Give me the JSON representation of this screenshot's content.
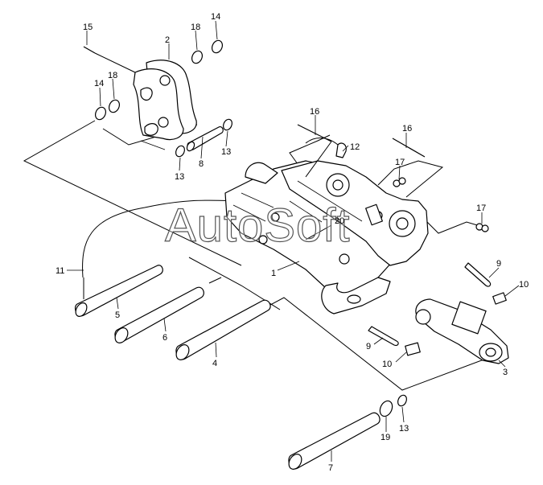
{
  "watermark": "AutoSoft",
  "callouts": [
    {
      "id": "c15",
      "text": "15"
    },
    {
      "id": "c2",
      "text": "2"
    },
    {
      "id": "c18a",
      "text": "18"
    },
    {
      "id": "c14a",
      "text": "14"
    },
    {
      "id": "c14b",
      "text": "14"
    },
    {
      "id": "c18b",
      "text": "18"
    },
    {
      "id": "c13a",
      "text": "13"
    },
    {
      "id": "c8",
      "text": "8"
    },
    {
      "id": "c13b",
      "text": "13"
    },
    {
      "id": "c16a",
      "text": "16"
    },
    {
      "id": "c12",
      "text": "12"
    },
    {
      "id": "c16b",
      "text": "16"
    },
    {
      "id": "c17a",
      "text": "17"
    },
    {
      "id": "c20",
      "text": "20"
    },
    {
      "id": "c17b",
      "text": "17"
    },
    {
      "id": "c1",
      "text": "1"
    },
    {
      "id": "c9a",
      "text": "9"
    },
    {
      "id": "c11",
      "text": "11"
    },
    {
      "id": "c10a",
      "text": "10"
    },
    {
      "id": "c5",
      "text": "5"
    },
    {
      "id": "c6",
      "text": "6"
    },
    {
      "id": "c4",
      "text": "4"
    },
    {
      "id": "c9b",
      "text": "9"
    },
    {
      "id": "c10b",
      "text": "10"
    },
    {
      "id": "c3",
      "text": "3"
    },
    {
      "id": "c13c",
      "text": "13"
    },
    {
      "id": "c19",
      "text": "19"
    },
    {
      "id": "c7",
      "text": "7"
    }
  ]
}
